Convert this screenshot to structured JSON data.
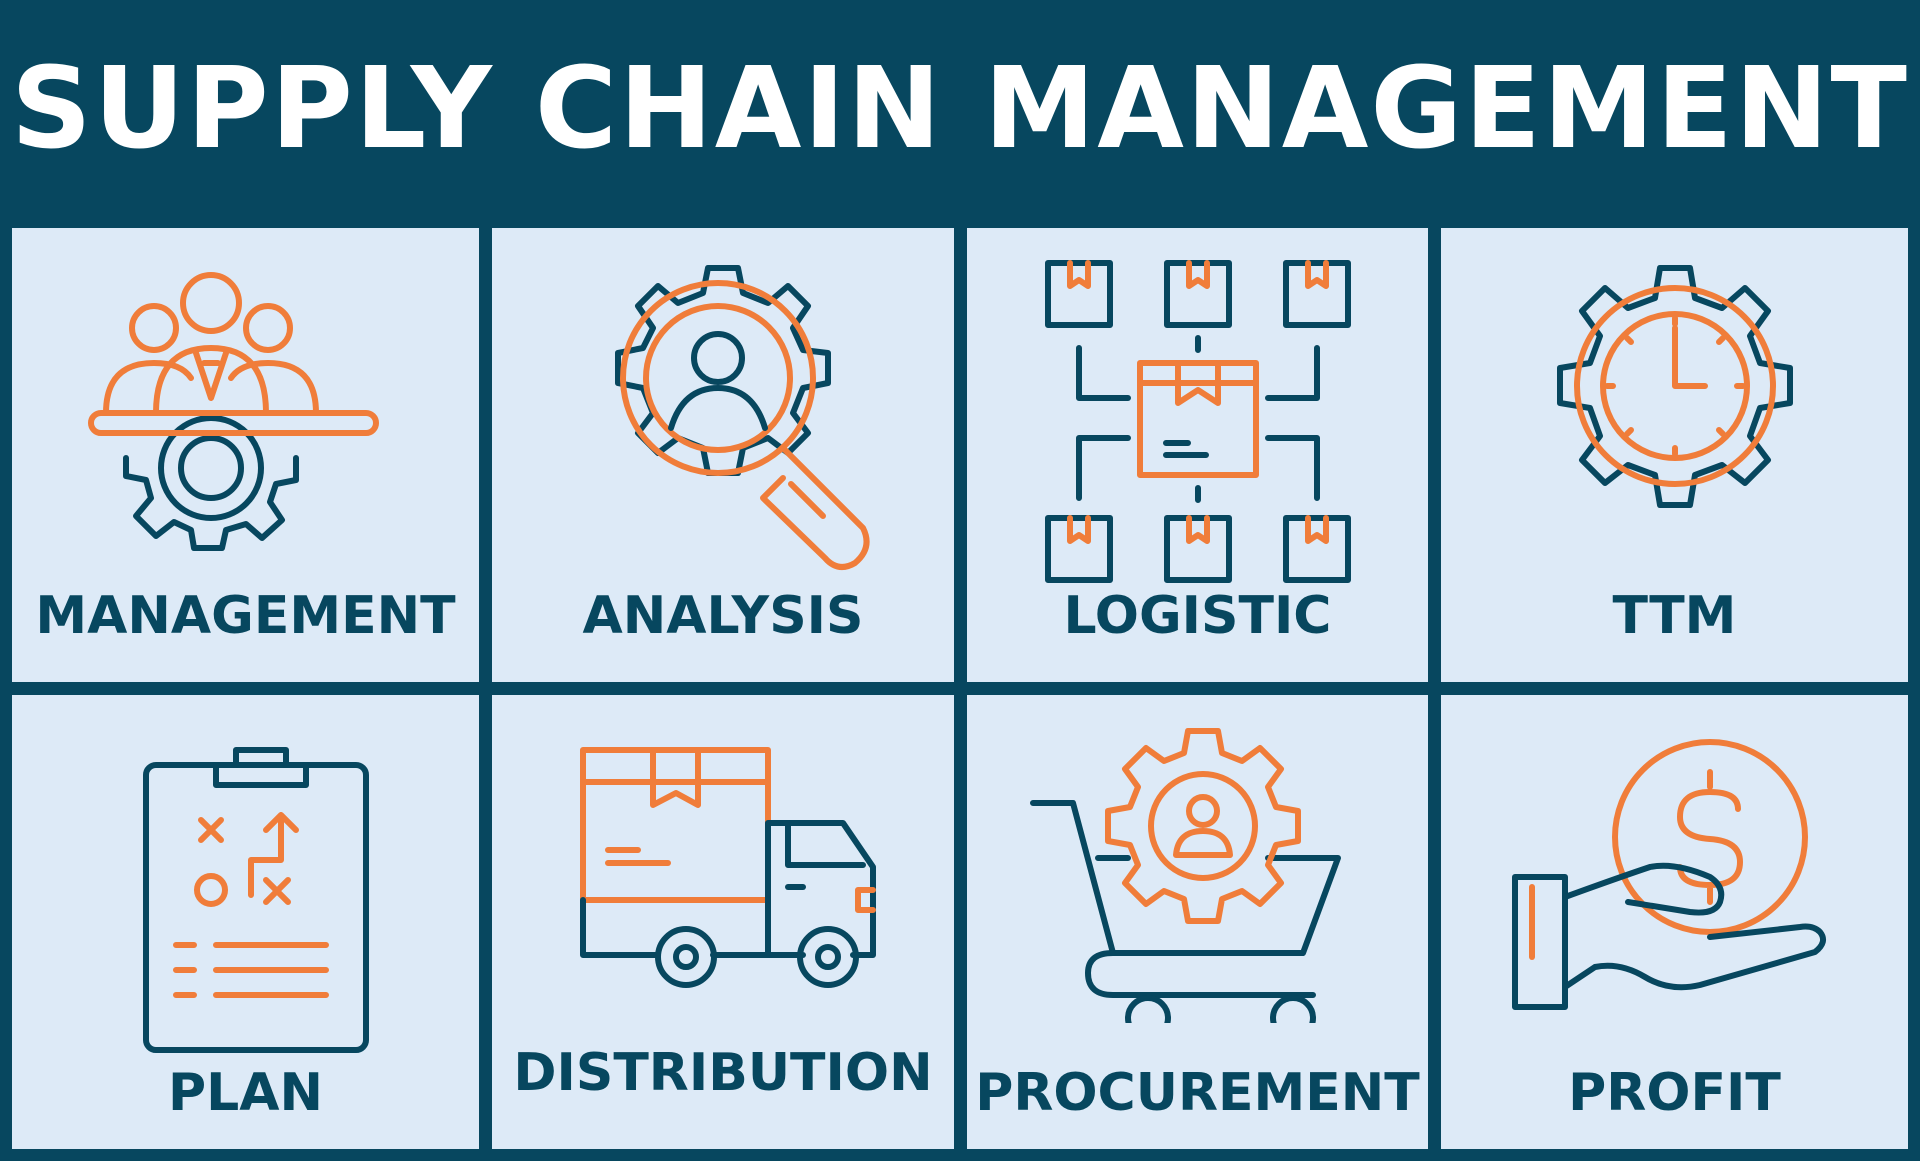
{
  "title": "SUPPLY CHAIN MANAGEMENT",
  "colors": {
    "header_bg": "#07475f",
    "tile_bg": "#ddeaf7",
    "dark": "#07475f",
    "accent": "#f07d3a"
  },
  "tiles": [
    {
      "label": "MANAGEMENT",
      "icon": "team-gear-icon"
    },
    {
      "label": "ANALYSIS",
      "icon": "magnifier-gear-icon"
    },
    {
      "label": "LOGISTIC",
      "icon": "box-network-icon"
    },
    {
      "label": "TTM",
      "icon": "clock-gear-icon"
    },
    {
      "label": "PLAN",
      "icon": "clipboard-strategy-icon"
    },
    {
      "label": "DISTRIBUTION",
      "icon": "delivery-truck-icon"
    },
    {
      "label": "PROCUREMENT",
      "icon": "cart-gear-icon"
    },
    {
      "label": "PROFIT",
      "icon": "hand-coin-icon"
    }
  ]
}
